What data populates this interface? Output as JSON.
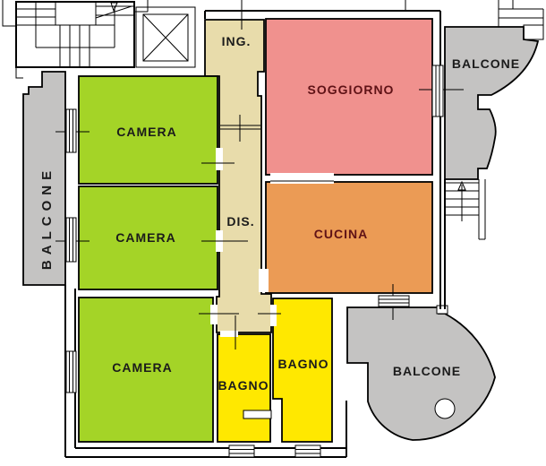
{
  "type": "apartment-floor-plan",
  "rooms": {
    "ing": {
      "label": "ING."
    },
    "dis": {
      "label": "DIS."
    },
    "camera1": {
      "label": "CAMERA"
    },
    "camera2": {
      "label": "CAMERA"
    },
    "camera3": {
      "label": "CAMERA"
    },
    "soggiorno": {
      "label": "SOGGIORNO"
    },
    "cucina": {
      "label": "CUCINA"
    },
    "bagno1": {
      "label": "BAGNO"
    },
    "bagno2": {
      "label": "BAGNO"
    },
    "balcone_left": {
      "label": "BALCONE"
    },
    "balcone_right": {
      "label": "BALCONE"
    },
    "balcone_bottom": {
      "label": "BALCONE"
    }
  },
  "colors": {
    "bedroom": "#a4d427",
    "living": "#f0918e",
    "kitchen": "#eb9b55",
    "bathroom": "#ffe800",
    "hallway": "#e8dcab",
    "balcony": "#c4c3c2",
    "wall": "#000000",
    "label_dark": "#1b1b1b",
    "label_maroon": "#5f1216"
  }
}
